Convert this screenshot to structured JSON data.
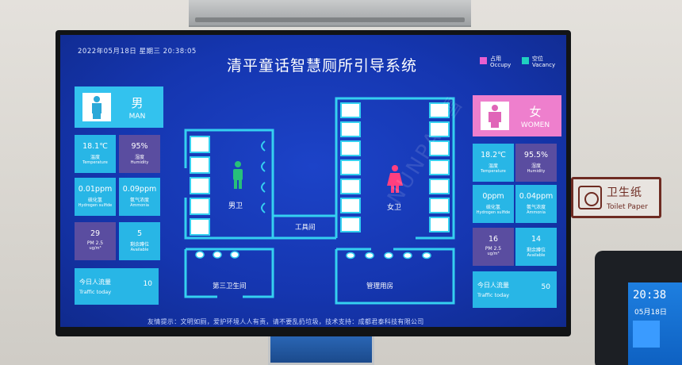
{
  "header": {
    "datetime": "2022年05月18日  星期三   20:38:05",
    "title": "清平童话智慧厕所引导系统"
  },
  "legend": {
    "occupy_cn": "占用",
    "occupy_en": "Occupy",
    "occupy_color": "#e85fd0",
    "vacancy_cn": "空位",
    "vacancy_en": "Vacancy",
    "vacancy_color": "#1fd0c0"
  },
  "men": {
    "label_cn": "男",
    "label_en": "MAN",
    "temperature": "18.1℃",
    "temperature_cn": "温度",
    "temperature_en": "Temperature",
    "humidity": "95%",
    "humidity_cn": "湿度",
    "humidity_en": "Humidity",
    "h2s": "0.01ppm",
    "h2s_cn": "硫化氢",
    "h2s_en": "Hydrogen sulfide",
    "ammonia": "0.09ppm",
    "ammonia_cn": "氨气浓度",
    "ammonia_en": "Ammonia",
    "pm25": "29",
    "pm25_cn": "PM 2.5",
    "pm25_unit": "ug/m³",
    "available": "5",
    "available_cn": "剩余蹲位",
    "available_en": "Available",
    "traffic_cn": "今日人流量",
    "traffic_en": "Traffic today",
    "traffic": "10"
  },
  "women": {
    "label_cn": "女",
    "label_en": "WOMEN",
    "temperature": "18.2℃",
    "temperature_cn": "温度",
    "temperature_en": "Temperature",
    "humidity": "95.5%",
    "humidity_cn": "湿度",
    "humidity_en": "Humidity",
    "h2s": "0ppm",
    "h2s_cn": "硫化氢",
    "h2s_en": "Hydrogen sulfide",
    "ammonia": "0.04ppm",
    "ammonia_cn": "氨气浓度",
    "ammonia_en": "Ammonia",
    "pm25": "16",
    "pm25_cn": "PM 2.5",
    "pm25_unit": "ug/m³",
    "available": "14",
    "available_cn": "剩余蹲位",
    "available_en": "Available",
    "traffic_cn": "今日人流量",
    "traffic_en": "Traffic today",
    "traffic": "50"
  },
  "floorplan": {
    "men_room": "男卫",
    "women_room": "女卫",
    "tool_room": "工具间",
    "third_room": "第三卫生间",
    "admin_room": "管理用房"
  },
  "footer": "友情提示：文明如厕，爱护环境人人有责，请不要乱扔垃圾，技术支持：成都君泰科技有限公司",
  "watermark": "NUNPAI 雪",
  "sign": {
    "cn": "卫生纸",
    "en": "Toilet Paper"
  },
  "screen2": {
    "time": "20:38",
    "date": "05月18日"
  },
  "colors": {
    "cyan_panel": "#28b6e6",
    "purple_panel": "#5a4da0",
    "men_card": "#33c2ee",
    "women_card": "#ee7fcd",
    "line": "#35d0f0",
    "men_figure": "#27c07a",
    "women_figure": "#ff3f7f"
  }
}
